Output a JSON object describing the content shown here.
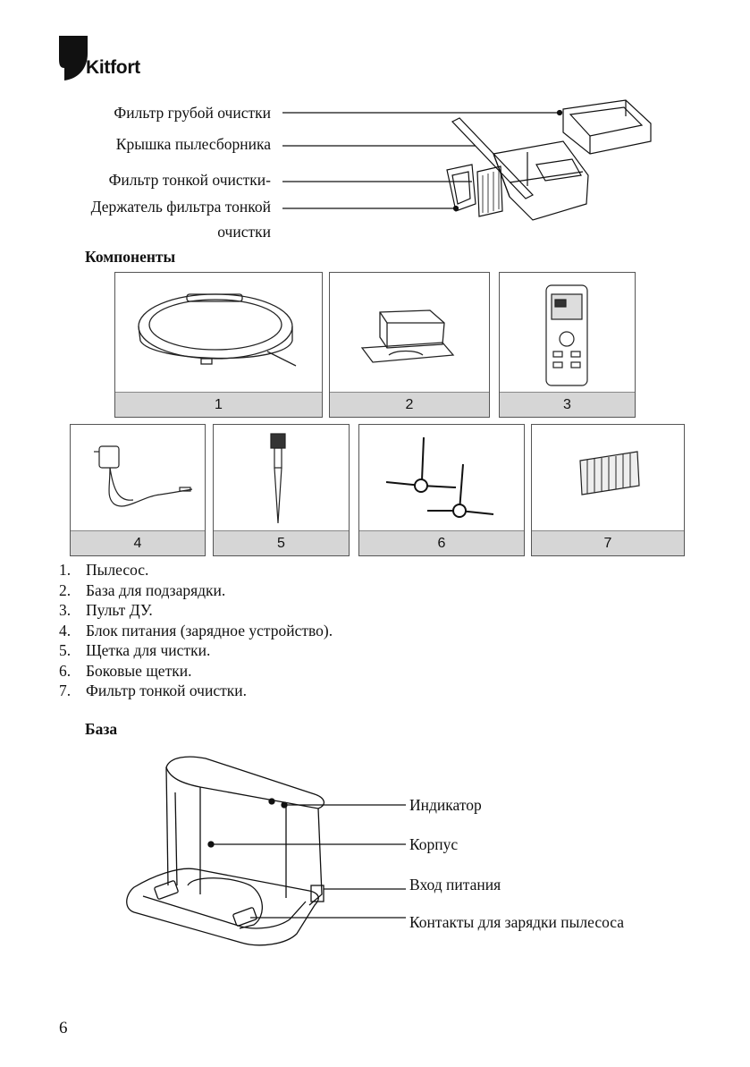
{
  "header": {
    "brand": "Kitfort"
  },
  "top_diagram": {
    "labels": [
      "Фильтр грубой очистки",
      "Крышка пылесборника",
      "Фильтр тонкой очистки-",
      "Держатель фильтра тонкой",
      "очистки"
    ]
  },
  "components": {
    "title": "Компоненты",
    "boxes": [
      "1",
      "2",
      "3",
      "4",
      "5",
      "6",
      "7"
    ],
    "list": [
      {
        "n": "1.",
        "text": "Пылесос."
      },
      {
        "n": "2.",
        "text": "База для подзарядки."
      },
      {
        "n": "3.",
        "text": "Пульт ДУ."
      },
      {
        "n": "4.",
        "text": "Блок питания (зарядное устройство)."
      },
      {
        "n": "5.",
        "text": "Щетка для чистки."
      },
      {
        "n": "6.",
        "text": "Боковые щетки."
      },
      {
        "n": "7.",
        "text": "Фильтр тонкой очистки."
      }
    ]
  },
  "base": {
    "title": "База",
    "labels": [
      "Индикатор",
      "Корпус",
      "Вход питания",
      "Контакты для зарядки пылесоса"
    ]
  },
  "page_number": "6"
}
